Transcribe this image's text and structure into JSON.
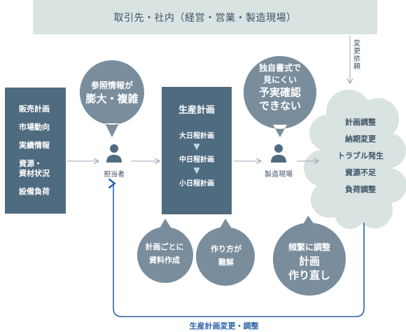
{
  "top_bar": {
    "label": "取引先・社内（経営・営業・製造現場）"
  },
  "side_label": "変更依頼",
  "left_box": {
    "items": [
      "販売計画",
      "市場動向",
      "実績情報",
      "資源・",
      "資材状況",
      "設備負荷"
    ]
  },
  "bubble_info": {
    "line1": "参照情報が",
    "line2": "膨大・複雑"
  },
  "person_planner": {
    "label": "担当者"
  },
  "center_box": {
    "title": "生産計画",
    "steps": [
      "大日程計画",
      "中日程計画",
      "小日程計画"
    ]
  },
  "bubble_format": {
    "line1": "独自書式で",
    "line2": "見にくい",
    "line3": "予実確認",
    "line4": "できない"
  },
  "person_factory": {
    "label": "製造現場"
  },
  "cloud": {
    "items": [
      "計画調整",
      "納期変更",
      "トラブル発生",
      "資源不足",
      "負荷調整"
    ]
  },
  "bubble_docs": {
    "line1": "計画ごとに",
    "line2": "資料作成"
  },
  "bubble_difficult": {
    "line1": "作り方が",
    "line2": "難解"
  },
  "bubble_redo": {
    "line1": "頻繁に調整",
    "line2": "計画",
    "line3": "作り直し"
  },
  "bottom_label": "生産計画変更・調整",
  "colors": {
    "dark_box": "#4f6b80",
    "bubble": "#7a8d9c",
    "cloud": "#d9e3e2",
    "arrow_loop": "#2c63a8"
  }
}
